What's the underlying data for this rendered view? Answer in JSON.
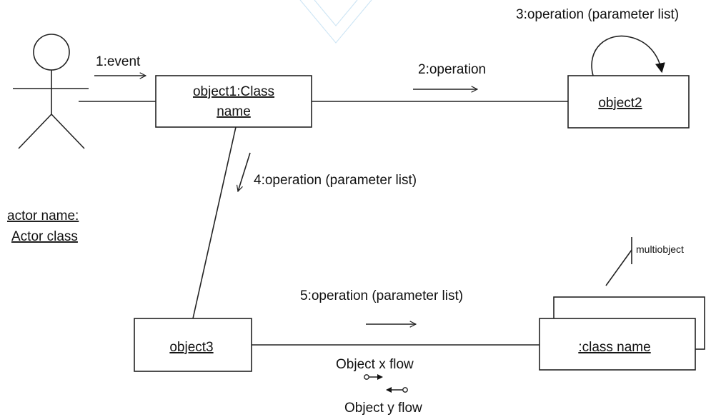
{
  "objects": {
    "object1_line1": "object1:Class",
    "object1_line2": "name",
    "object2": "object2",
    "object3": "object3",
    "multiobject": ":class name"
  },
  "actor": {
    "name_line1": "actor name:",
    "name_line2": "Actor class"
  },
  "messages": {
    "m1": "1:event",
    "m2": "2:operation",
    "m3": "3:operation (parameter list)",
    "m4": "4:operation (parameter list)",
    "m5": "5:operation (parameter list)"
  },
  "notes": {
    "multiobject_label": "multiobject",
    "flow_x": "Object x flow",
    "flow_y": "Object y flow"
  }
}
